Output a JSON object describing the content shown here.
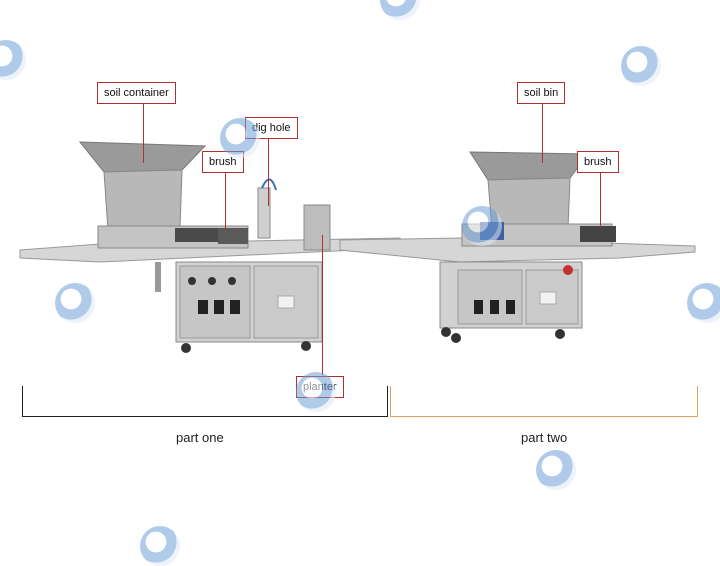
{
  "callouts": {
    "soil_container": "soil container",
    "dig_hole": "dig hole",
    "brush_left": "brush",
    "planter": "planter",
    "soil_bin": "soil bin",
    "brush_right": "brush"
  },
  "parts": {
    "part_one": "part one",
    "part_two": "part two"
  },
  "colors": {
    "callout_border": "#b03030",
    "part_one_bracket": "#222222",
    "part_two_bracket": "#e0a060",
    "machine_steel": "#c9c9c9"
  },
  "icons": {
    "watermark": "watermark-logo-icon"
  }
}
